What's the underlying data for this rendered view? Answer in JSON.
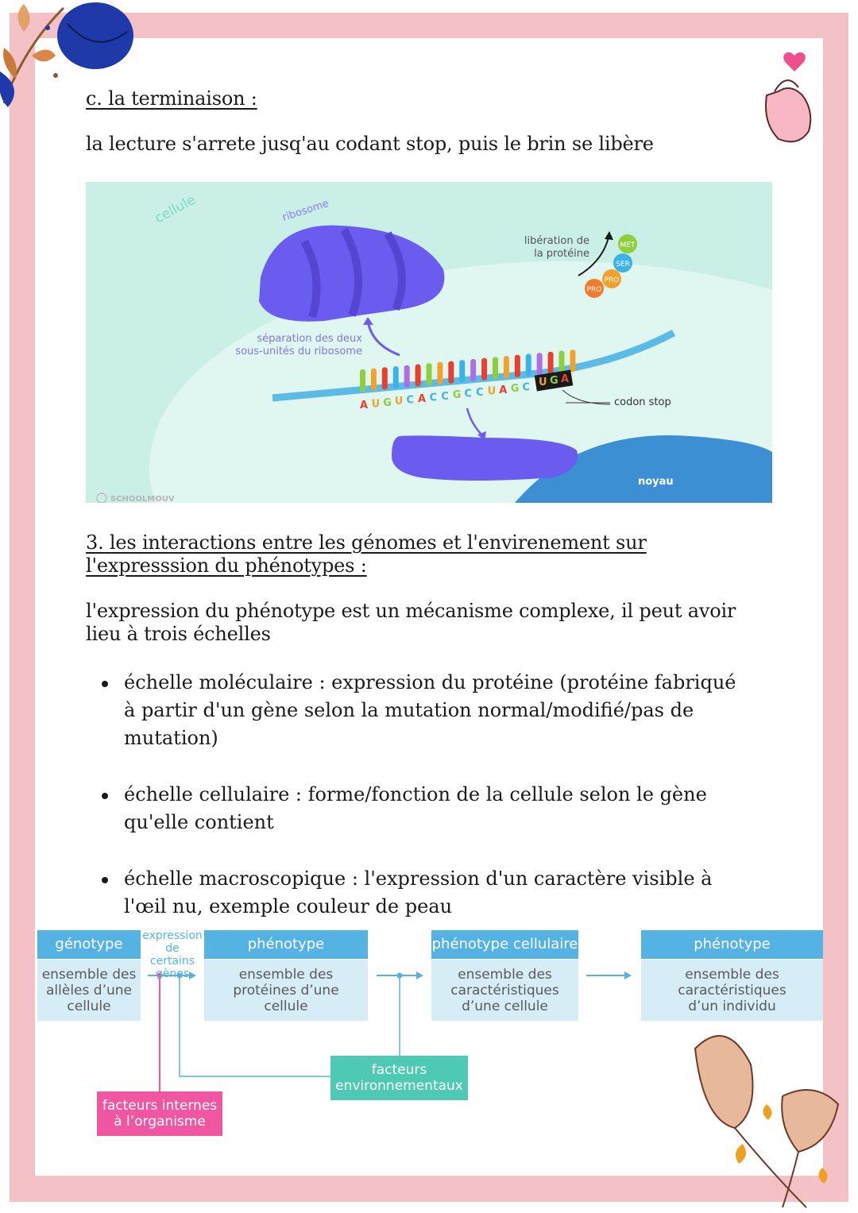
{
  "section_c": {
    "heading": "c. la terminaison :",
    "text": "la lecture s'arrete jusq'au codant stop, puis le brin se libère"
  },
  "figure1": {
    "labels": {
      "cellule": "cellule",
      "ribosome": "ribosome",
      "liberation_line1": "libération de",
      "liberation_line2": "la protéine",
      "separation_line1": "séparation des deux",
      "separation_line2": "sous-unités du ribosome",
      "codon_stop": "codon stop",
      "noyau": "noyau",
      "credit": "SCHOOLMOUV"
    },
    "amino_acids": [
      "MET",
      "SER",
      "PRO",
      "PRO"
    ],
    "sequence": [
      "A",
      "U",
      "G",
      "U",
      "C",
      "A",
      "C",
      "C",
      "G",
      "C",
      "C",
      "U",
      "A",
      "G",
      "C"
    ],
    "stop_codon": [
      "U",
      "G",
      "A"
    ],
    "colors": {
      "background": "#c9efe6",
      "ribosome": "#6b5cf0",
      "mrna": "#5bbbe6",
      "nucleus": "#3d8fd3",
      "A": "#e8402e",
      "U": "#f2a12b",
      "G": "#8fcf3c",
      "C": "#3bb3e6"
    }
  },
  "section_3": {
    "heading": "3. les interactions entre les génomes et l'envirenement sur l'expresssion du phénotypes :",
    "intro": "l'expression du phénotype est un mécanisme complexe, il peut avoir lieu à trois échelles",
    "bullets": [
      "échelle moléculaire : expression du protéine (protéine fabriqué à partir d'un gène selon la mutation normal/modifié/pas de mutation)",
      "échelle cellulaire : forme/fonction de la cellule selon le gène qu'elle contient",
      "échelle macroscopique :  l'expression d'un caractère visible à l'œil nu, exemple couleur de peau"
    ]
  },
  "figure2": {
    "genotype": {
      "title": "génotype",
      "body": "ensemble des\nallèles d’une\ncellule"
    },
    "expression_label": "expression\nde certains\ngènes",
    "molecular": {
      "title": "phénotype moléculaire",
      "body": "ensemble des\nprotéines d’une\ncellule"
    },
    "cellular": {
      "title": "phénotype cellulaire",
      "body": "ensemble des\ncaractéristiques\nd’une cellule"
    },
    "macroscopic": {
      "title": "phénotype macroscopique",
      "body": "ensemble des\ncaractéristiques\nd’un individu"
    },
    "environmental": "facteurs\nenvironnementaux",
    "internal": "facteurs internes\nà l’organisme",
    "colors": {
      "title_bg": "#55b3e3",
      "body_bg": "#d6ecf7",
      "env_bg": "#4ec9b3",
      "internal_bg": "#f056a2"
    }
  }
}
